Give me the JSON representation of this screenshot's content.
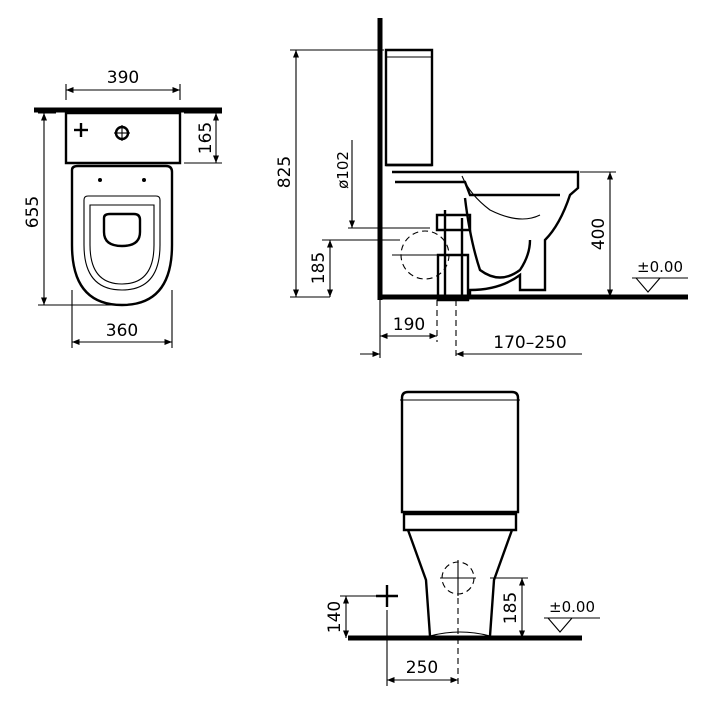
{
  "top_view": {
    "width_top": "390",
    "depth_tank": "165",
    "total_depth": "655",
    "bowl_width": "360"
  },
  "side_view": {
    "height_total": "825",
    "outlet_diameter": "ø102",
    "outlet_height": "185",
    "rim_height": "400",
    "floor_level": "±0.00",
    "wall_to_outlet": "190",
    "outlet_range": "170–250"
  },
  "front_view": {
    "inlet_height": "140",
    "outlet_height": "185",
    "floor_level": "±0.00",
    "offset": "250"
  }
}
